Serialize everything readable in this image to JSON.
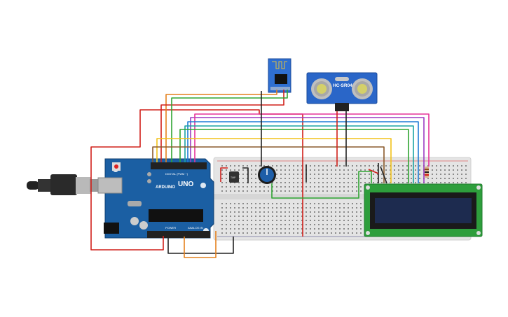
{
  "circuit": {
    "arduino": {
      "brand": "ARDUINO",
      "model": "UNO",
      "digital_header": "DIGITAL (PWM ~)",
      "power_label": "POWER",
      "analog_label": "ANALOG IN"
    },
    "ultrasonic": {
      "model": "HC-SR04"
    },
    "lcd": {
      "size": "16x2"
    },
    "colors": {
      "board": "#1b5fa3",
      "board_dark": "#0f3f70",
      "breadboard": "#e6e6e6",
      "lcd_pcb": "#2e9e3c",
      "lcd_screen": "#1d2b4f",
      "esp_pcb": "#2f6fd1",
      "sonar_pcb": "#2a66c8",
      "wire_red": "#d1201a",
      "wire_black": "#222222",
      "wire_orange": "#e4811d",
      "wire_green": "#2fa532",
      "wire_blue": "#1e7bd6",
      "wire_purple": "#9b3cc2",
      "wire_pink": "#e6339a",
      "wire_yellow": "#f2c21a",
      "wire_brown": "#8a5a2b",
      "wire_teal": "#1aa3a3"
    }
  }
}
